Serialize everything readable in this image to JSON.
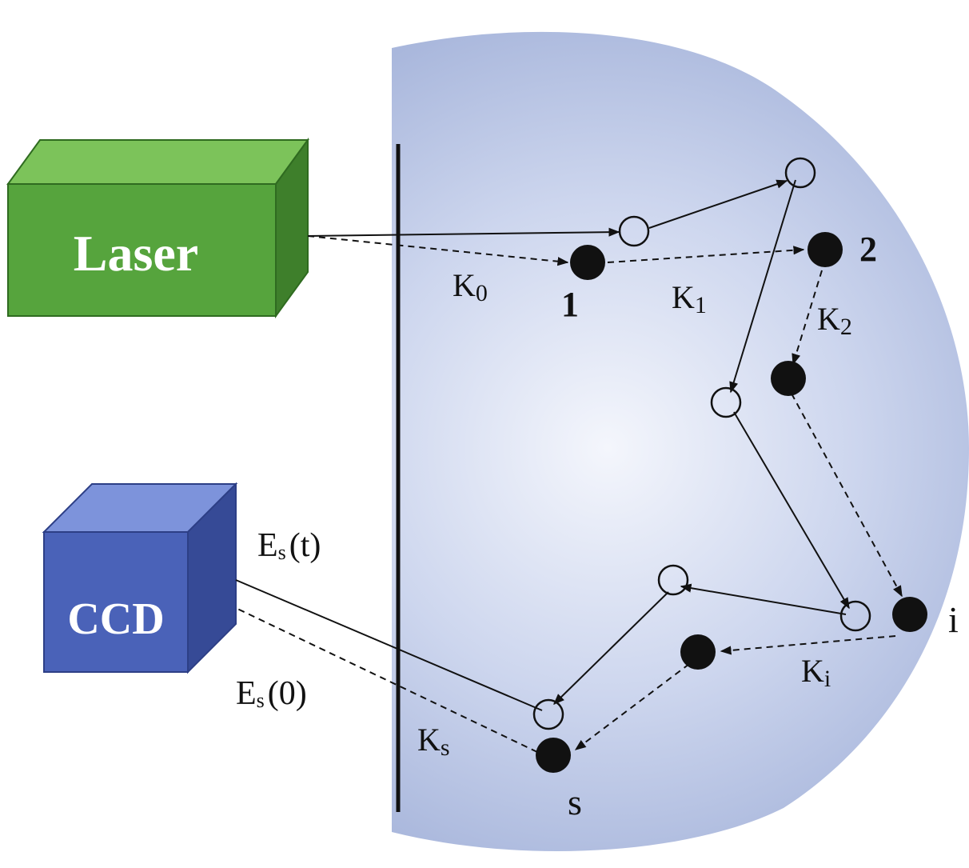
{
  "laser": {
    "label": "Laser",
    "front_color": "#56a43d",
    "top_color": "#7cc35a",
    "side_color": "#3e7f2b"
  },
  "ccd": {
    "label": "CCD",
    "front_color": "#4a62b8",
    "top_color": "#7d93db",
    "side_color": "#364a96"
  },
  "medium": {
    "center_color": "#f4f6fc",
    "edge_color": "#a9b7dc"
  },
  "scatterer_labels": {
    "first": "1",
    "second": "2",
    "ith": "i",
    "last": "s"
  },
  "wave_vectors": {
    "k0": {
      "base": "K",
      "sub": "0"
    },
    "k1": {
      "base": "K",
      "sub": "1"
    },
    "k2": {
      "base": "K",
      "sub": "2"
    },
    "ki": {
      "base": "K",
      "sub": "i"
    },
    "ks": {
      "base": "K",
      "sub": "s"
    }
  },
  "fields": {
    "es_t": {
      "base": "E",
      "sub": "s",
      "arg": "(t)"
    },
    "es_0": {
      "base": "E",
      "sub": "s",
      "arg": "(0)"
    }
  }
}
